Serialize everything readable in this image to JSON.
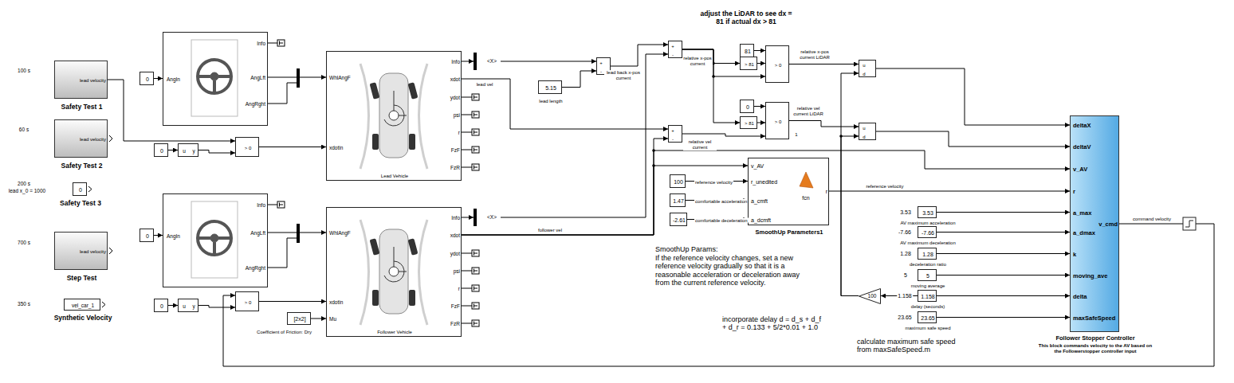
{
  "diagram": {
    "nodes": [
      {
        "text": [
          "lead velocity",
          "Safety Test 1"
        ]
      },
      {
        "text": [
          "lead velocity",
          "Safety Test 2"
        ]
      },
      {
        "text": [
          "0",
          "Safety Test 3"
        ]
      },
      {
        "text": [
          "lead velocity",
          "Step Test"
        ]
      },
      {
        "text": [
          "vel_car_1",
          "Synthetic Velocity"
        ]
      },
      {
        "text": [
          "0"
        ]
      },
      {
        "text": [
          "AngIn",
          "Info",
          "AngLft",
          "AngRght"
        ]
      },
      {
        "text": [
          "WhlAngF",
          "xdotin",
          "Info",
          "xdot",
          "ydot",
          "psi",
          "r",
          "FzF",
          "FzR",
          "Lead Vehicle"
        ]
      },
      {
        "text": [
          "0"
        ]
      },
      {
        "text": [
          "u",
          "y"
        ]
      },
      {
        "text": [
          "> 0"
        ]
      },
      {
        "text": [
          "AngIn",
          "Info",
          "AngLft",
          "AngRght"
        ]
      },
      {
        "text": [
          "0"
        ]
      },
      {
        "text": [
          "WhlAngF",
          "xdotin",
          "Mu",
          "Info",
          "xdot",
          "ydot",
          "psi",
          "r",
          "FzF",
          "FzR",
          "Follower Vehicle"
        ]
      },
      {
        "text": [
          "0"
        ]
      },
      {
        "text": [
          "u",
          "y"
        ]
      },
      {
        "text": [
          "> 0"
        ]
      },
      {
        "text": [
          "[2x2]",
          "Coefficient of Friction: Dry"
        ]
      },
      {
        "text": [
          "<X>"
        ]
      },
      {
        "text": [
          "<X>"
        ]
      },
      {
        "text": [
          "+",
          "-"
        ]
      },
      {
        "text": [
          "5.15",
          "lead length"
        ]
      },
      {
        "text": [
          "+",
          "-"
        ]
      },
      {
        "text": [
          "+",
          "-"
        ]
      },
      {
        "text": [
          "81"
        ]
      },
      {
        "text": [
          "> 81"
        ]
      },
      {
        "text": [
          "> 0"
        ]
      },
      {
        "text": [
          "0"
        ]
      },
      {
        "text": [
          "> 81"
        ]
      },
      {
        "text": [
          "> 0"
        ]
      },
      {
        "text": [
          "u",
          "d"
        ]
      },
      {
        "text": [
          "u",
          "d"
        ]
      },
      {
        "text": [
          "v_AV",
          "r_unedited",
          "a_cmft",
          "a_dcmft",
          "r",
          "fcn",
          "SmoothUp Parameters1"
        ]
      },
      {
        "text": [
          "100",
          "reference velocity"
        ]
      },
      {
        "text": [
          "1.47",
          "comfortable acceleration"
        ]
      },
      {
        "text": [
          "-2.61",
          "comfortable deceleration"
        ]
      },
      {
        "text": [
          "deltaX",
          "deltaV",
          "v_AV",
          "r",
          "a_max",
          "a_dmax",
          "k",
          "moving_ave",
          "delta",
          "maxSafeSpeed",
          "v_cmd",
          "Follower Stopper Controller",
          "This block commands velocity to the AV based on the Followerstopper controller input"
        ]
      },
      {
        "text": [
          "3.53",
          "AV maximum acceleration"
        ]
      },
      {
        "text": [
          "-7.66",
          "AV maximum deceleration"
        ]
      },
      {
        "text": [
          "1.28",
          "deceleration ratio"
        ]
      },
      {
        "text": [
          "5",
          "moving average"
        ]
      },
      {
        "text": [
          "1.158",
          "delay (seconds)"
        ]
      },
      {
        "text": [
          "23.65",
          "maximum safe speed"
        ]
      },
      {
        "text": [
          "100"
        ]
      }
    ],
    "edges": [
      {
        "from": 0,
        "to": 10,
        "arrow": "to"
      },
      {
        "from": 8,
        "to": 9,
        "arrow": "to"
      },
      {
        "from": 9,
        "to": 10,
        "arrow": "to"
      },
      {
        "from": 10,
        "to": 7,
        "arrow": "to"
      },
      {
        "from": 5,
        "to": 6,
        "arrow": "to"
      },
      {
        "from": 6,
        "to": 7,
        "arrow": "to"
      },
      {
        "from": 12,
        "to": 11,
        "arrow": "to"
      },
      {
        "from": 11,
        "to": 13,
        "arrow": "to"
      },
      {
        "from": 14,
        "to": 15,
        "arrow": "to"
      },
      {
        "from": 15,
        "to": 16,
        "arrow": "to"
      },
      {
        "from": 16,
        "to": 13,
        "arrow": "to"
      },
      {
        "from": 17,
        "to": 13,
        "arrow": "to"
      },
      {
        "from": 7,
        "to": 18,
        "arrow": "to"
      },
      {
        "from": 13,
        "to": 19,
        "arrow": "to"
      },
      {
        "from": 18,
        "to": 20,
        "arrow": "to"
      },
      {
        "from": 21,
        "to": 20,
        "arrow": "to"
      },
      {
        "from": 20,
        "to": 22,
        "label": "lead back x-pos current",
        "arrow": "to"
      },
      {
        "from": 19,
        "to": 22,
        "arrow": "to"
      },
      {
        "from": 7,
        "to": 23,
        "label": "lead vel",
        "arrow": "to"
      },
      {
        "from": 13,
        "to": 23,
        "label": "follower vel",
        "arrow": "to"
      },
      {
        "from": 22,
        "to": 25,
        "label": "relative x-pos current",
        "arrow": "to"
      },
      {
        "from": 22,
        "to": 26,
        "arrow": "to"
      },
      {
        "from": 22,
        "to": 28,
        "arrow": "to"
      },
      {
        "from": 24,
        "to": 26,
        "arrow": "to"
      },
      {
        "from": 25,
        "to": 26,
        "arrow": "to"
      },
      {
        "from": 27,
        "to": 29,
        "arrow": "to"
      },
      {
        "from": 28,
        "to": 29,
        "arrow": "to"
      },
      {
        "from": 23,
        "to": 29,
        "label": "relative vel current",
        "arrow": "to"
      },
      {
        "from": 26,
        "to": 30,
        "label": "relative x-pos current LiDAR",
        "arrow": "to"
      },
      {
        "from": 29,
        "to": 31,
        "label": "relative vel current LiDAR",
        "arrow": "to"
      },
      {
        "from": 43,
        "to": 30,
        "arrow": "to"
      },
      {
        "from": 43,
        "to": 31,
        "arrow": "to"
      },
      {
        "from": 30,
        "to": 36,
        "arrow": "to"
      },
      {
        "from": 31,
        "to": 36,
        "arrow": "to"
      },
      {
        "from": 13,
        "to": 32,
        "arrow": "to"
      },
      {
        "from": 13,
        "to": 36,
        "arrow": "to"
      },
      {
        "from": 33,
        "to": 32,
        "arrow": "to"
      },
      {
        "from": 34,
        "to": 32,
        "arrow": "to"
      },
      {
        "from": 35,
        "to": 32,
        "arrow": "to"
      },
      {
        "from": 32,
        "to": 36,
        "label": "reference velocity",
        "arrow": "to"
      },
      {
        "from": 37,
        "to": 36,
        "arrow": "to"
      },
      {
        "from": 38,
        "to": 36,
        "arrow": "to"
      },
      {
        "from": 39,
        "to": 36,
        "arrow": "to"
      },
      {
        "from": 40,
        "to": 36,
        "arrow": "to"
      },
      {
        "from": 41,
        "to": 36,
        "arrow": "to"
      },
      {
        "from": 42,
        "to": 36,
        "arrow": "to"
      },
      {
        "from": 41,
        "to": 43,
        "arrow": "to"
      },
      {
        "from": 36,
        "to": 16,
        "label": "command velocity",
        "arrow": "to"
      }
    ],
    "labels": [
      "100 s",
      "60 s",
      "200 s",
      "lead x_0 = 1000",
      "700 s",
      "350 s",
      "adjust the LiDAR to see dx = 81 if actual dx > 81",
      "SmoothUp Params:",
      "If the reference velocity changes, set a new reference velocity gradually so that it is a reasonable acceleration or deceleration away from the current reference velocity.",
      "incorporate delay d = d_s + d_f + d_r = 0.133 + 5/2*0.01 + 1.0",
      "calculate maximum safe speed from maxSafeSpeed.m",
      "3.53",
      "-7.66",
      "1.28",
      "5",
      "1.158",
      "23.65",
      "1"
    ]
  }
}
